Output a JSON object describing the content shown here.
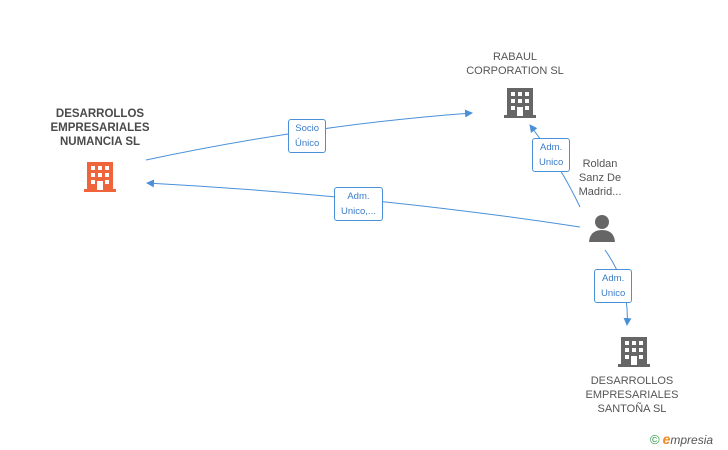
{
  "nodes": {
    "numancia": {
      "lines": [
        "DESARROLLOS",
        "EMPRESARIALES",
        "NUMANCIA SL"
      ],
      "color": "#f0643c"
    },
    "rabaul": {
      "lines": [
        "RABAUL",
        "CORPORATION SL"
      ],
      "color": "#666666"
    },
    "roldan": {
      "lines": [
        "Roldan",
        "Sanz De",
        "Madrid..."
      ],
      "color": "#666666"
    },
    "santona": {
      "lines": [
        "DESARROLLOS",
        "EMPRESARIALES",
        "SANTOÑA SL"
      ],
      "color": "#666666"
    }
  },
  "edges": {
    "socio": {
      "lines": [
        "Socio",
        "Único"
      ]
    },
    "adm_rabaul": {
      "lines": [
        "Adm.",
        "Unico"
      ]
    },
    "adm_numancia": {
      "lines": [
        "Adm.",
        "Unico,..."
      ]
    },
    "adm_santona": {
      "lines": [
        "Adm.",
        "Unico"
      ]
    }
  },
  "edge_color": "#4a90d9",
  "footer": {
    "copyright": "©",
    "brand_e": "e",
    "brand_rest": "mpresia"
  }
}
